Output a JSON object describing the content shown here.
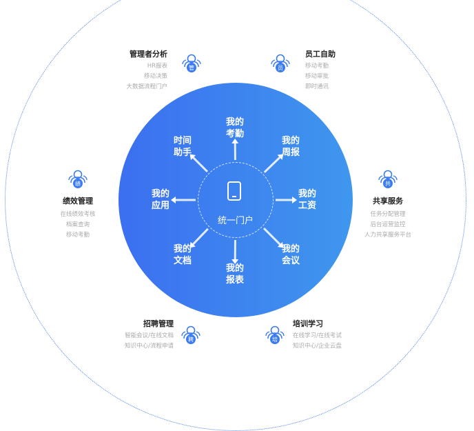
{
  "center": {
    "label": "统一门户",
    "icon": "tablet-icon"
  },
  "spokes": [
    {
      "label": "我的\n考勤"
    },
    {
      "label": "我的\n周报"
    },
    {
      "label": "我的\n工资"
    },
    {
      "label": "我的\n会议"
    },
    {
      "label": "我的\n报表"
    },
    {
      "label": "我的\n文档"
    },
    {
      "label": "我的\n应用"
    },
    {
      "label": "时间\n助手"
    }
  ],
  "modules": [
    {
      "title": "管理者分析",
      "badge": "管",
      "lines": [
        "HR报表",
        "移动决策",
        "大数据流程门户"
      ]
    },
    {
      "title": "员工自助",
      "badge": "员",
      "lines": [
        "移动考勤",
        "移动审批",
        "即时通讯"
      ]
    },
    {
      "title": "绩效管理",
      "badge": "绩",
      "lines": [
        "在线绩效考核",
        "档案查询",
        "移动考勤"
      ]
    },
    {
      "title": "共享服务",
      "badge": "共",
      "lines": [
        "任务分配管理",
        "后台运营监控",
        "人力共享服务平台"
      ]
    },
    {
      "title": "招聘管理",
      "badge": "聘",
      "lines": [
        "智能会议/在线文档",
        "知识中心/流程申请"
      ]
    },
    {
      "title": "培训学习",
      "badge": "培",
      "lines": [
        "在线学习/在线考试",
        "知识中心/企业云盘"
      ]
    }
  ],
  "colors": {
    "accent": "#3b7bf0"
  }
}
